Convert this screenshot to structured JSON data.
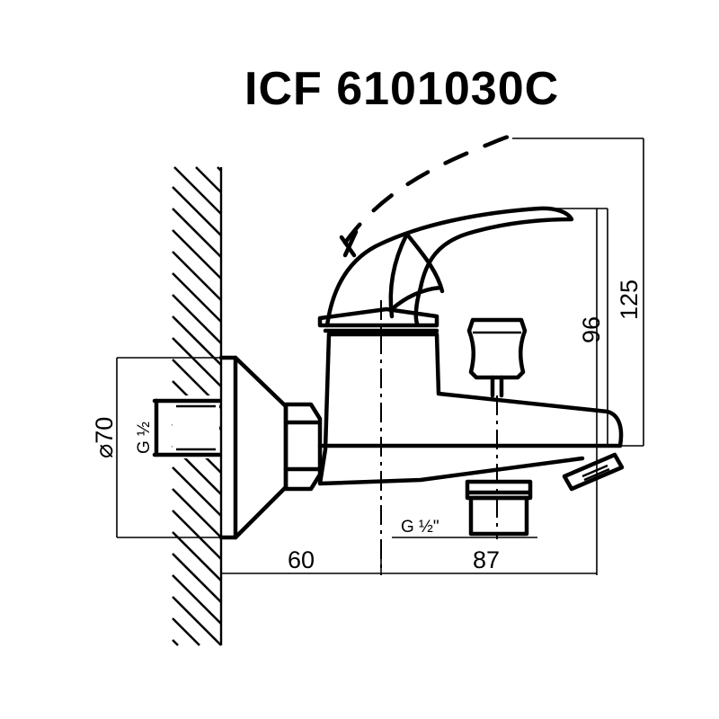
{
  "title": "ICF 6101030C",
  "dimensions": {
    "diameter": "⌀70",
    "inlet_thread": "G ½",
    "outlet_thread": "G ½\"",
    "wall_to_center": "60",
    "center_to_spout": "87",
    "height_handle": "96",
    "height_total": "125"
  }
}
